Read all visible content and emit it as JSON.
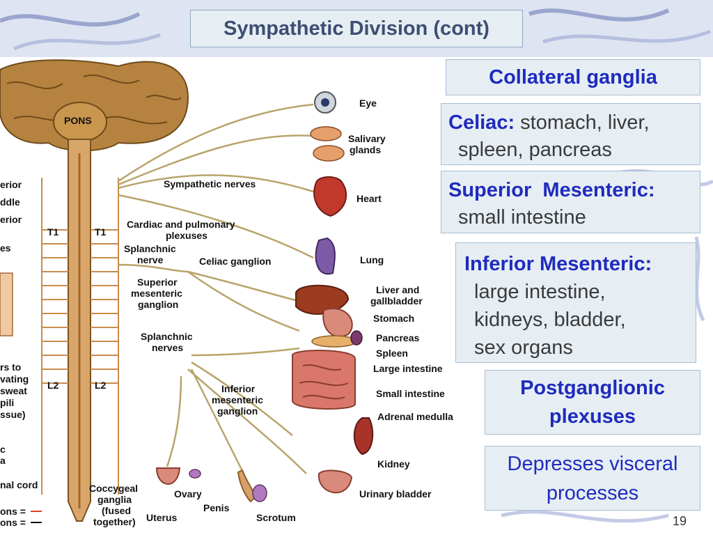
{
  "slide": {
    "title": "Sympathetic Division (cont)",
    "slide_number": "19"
  },
  "panels": {
    "collateral": "Collateral ganglia",
    "celiac_term": "Celiac:",
    "celiac_desc_1": "stomach, liver,",
    "celiac_desc_2": "spleen, pancreas",
    "superior_term": "Superior  Mesenteric:",
    "superior_desc": "small intestine",
    "inferior_term": "Inferior Mesenteric:",
    "inferior_desc_1": "large intestine,",
    "inferior_desc_2": "kidneys, bladder,",
    "inferior_desc_3": "sex organs",
    "postganglionic_1": "Postganglionic",
    "postganglionic_2": "plexuses",
    "depresses_1": "Depresses visceral",
    "depresses_2": "processes"
  },
  "diagram": {
    "pons": "PONS",
    "eye": "Eye",
    "salivary_1": "Salivary",
    "salivary_2": "glands",
    "sympathetic_nerves": "Sympathetic nerves",
    "heart": "Heart",
    "cardiac_1": "Cardiac and pulmonary",
    "cardiac_2": "plexuses",
    "lung": "Lung",
    "splanchnic_1": "Splanchnic",
    "splanchnic_2": "nerve",
    "celiac_ganglion": "Celiac ganglion",
    "superior_1": "Superior",
    "superior_2": "mesenteric",
    "superior_3": "ganglion",
    "liver_1": "Liver and",
    "liver_2": "gallbladder",
    "stomach": "Stomach",
    "splanchnic_nerves_1": "Splanchnic",
    "splanchnic_nerves_2": "nerves",
    "pancreas": "Pancreas",
    "spleen": "Spleen",
    "large_intestine": "Large intestine",
    "small_intestine": "Small intestine",
    "inferior_1": "Inferior",
    "inferior_2": "mesenteric",
    "inferior_3": "ganglion",
    "adrenal": "Adrenal medulla",
    "kidney": "Kidney",
    "coccygeal_1": "Coccygeal",
    "coccygeal_2": "ganglia",
    "coccygeal_3": "(fused",
    "coccygeal_4": "together)",
    "ovary": "Ovary",
    "penis": "Penis",
    "uterus": "Uterus",
    "scrotum": "Scrotum",
    "urinary_bladder": "Urinary bladder",
    "t1_left": "T1",
    "t1_right": "T1",
    "l2_left": "L2",
    "l2_right": "L2",
    "edge_superior": "erior",
    "edge_middle": "ddle",
    "edge_inferior": "erior",
    "edge_es": "es",
    "edge_rs_to": "rs to",
    "edge_vating": "vating",
    "edge_sweat": "sweat",
    "edge_pili": "pili",
    "edge_ssue": "ssue)",
    "edge_c": "c",
    "edge_a": "a",
    "edge_cord": "nal cord",
    "legend_1": "ons =",
    "legend_2": "ons ="
  }
}
